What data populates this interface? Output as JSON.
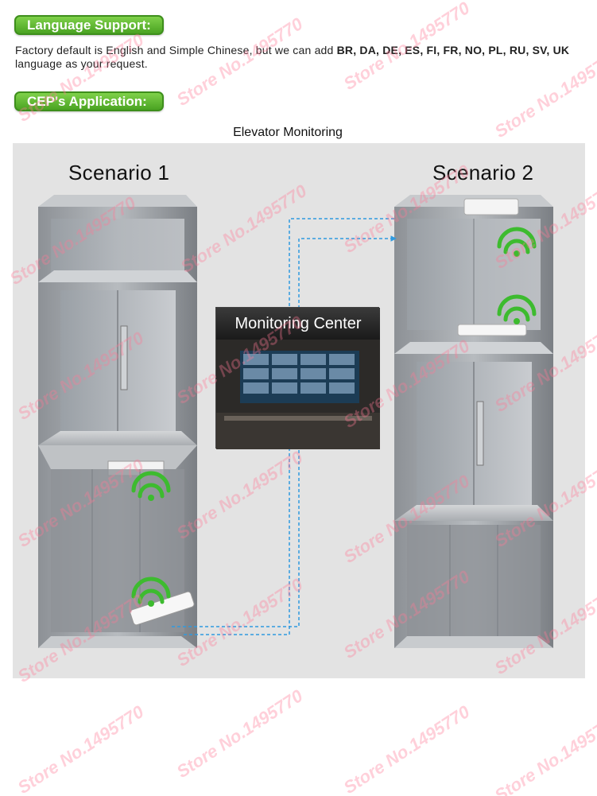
{
  "language_section": {
    "badge": "Language Support:",
    "desc_prefix": "Factory default is English and Simple Chinese, but we can add ",
    "desc_languages": "BR, DA, DE, ES, FI, FR, NO, PL, RU, SV, UK",
    "desc_suffix": " language as your request."
  },
  "application_section": {
    "badge": "CEP's Application:",
    "caption": "Elevator Monitoring"
  },
  "diagram": {
    "scenario_1": "Scenario 1",
    "scenario_2": "Scenario 2",
    "monitoring_center": "Monitoring Center"
  },
  "watermark": "Store No.1495770",
  "colors": {
    "badge_green": "#5bb52d",
    "link_arrow": "#2f9ae0",
    "wifi_green": "#3dbb2f"
  },
  "icons": [
    "wifi-signal-icon",
    "access-point-device",
    "flow-arrow"
  ]
}
